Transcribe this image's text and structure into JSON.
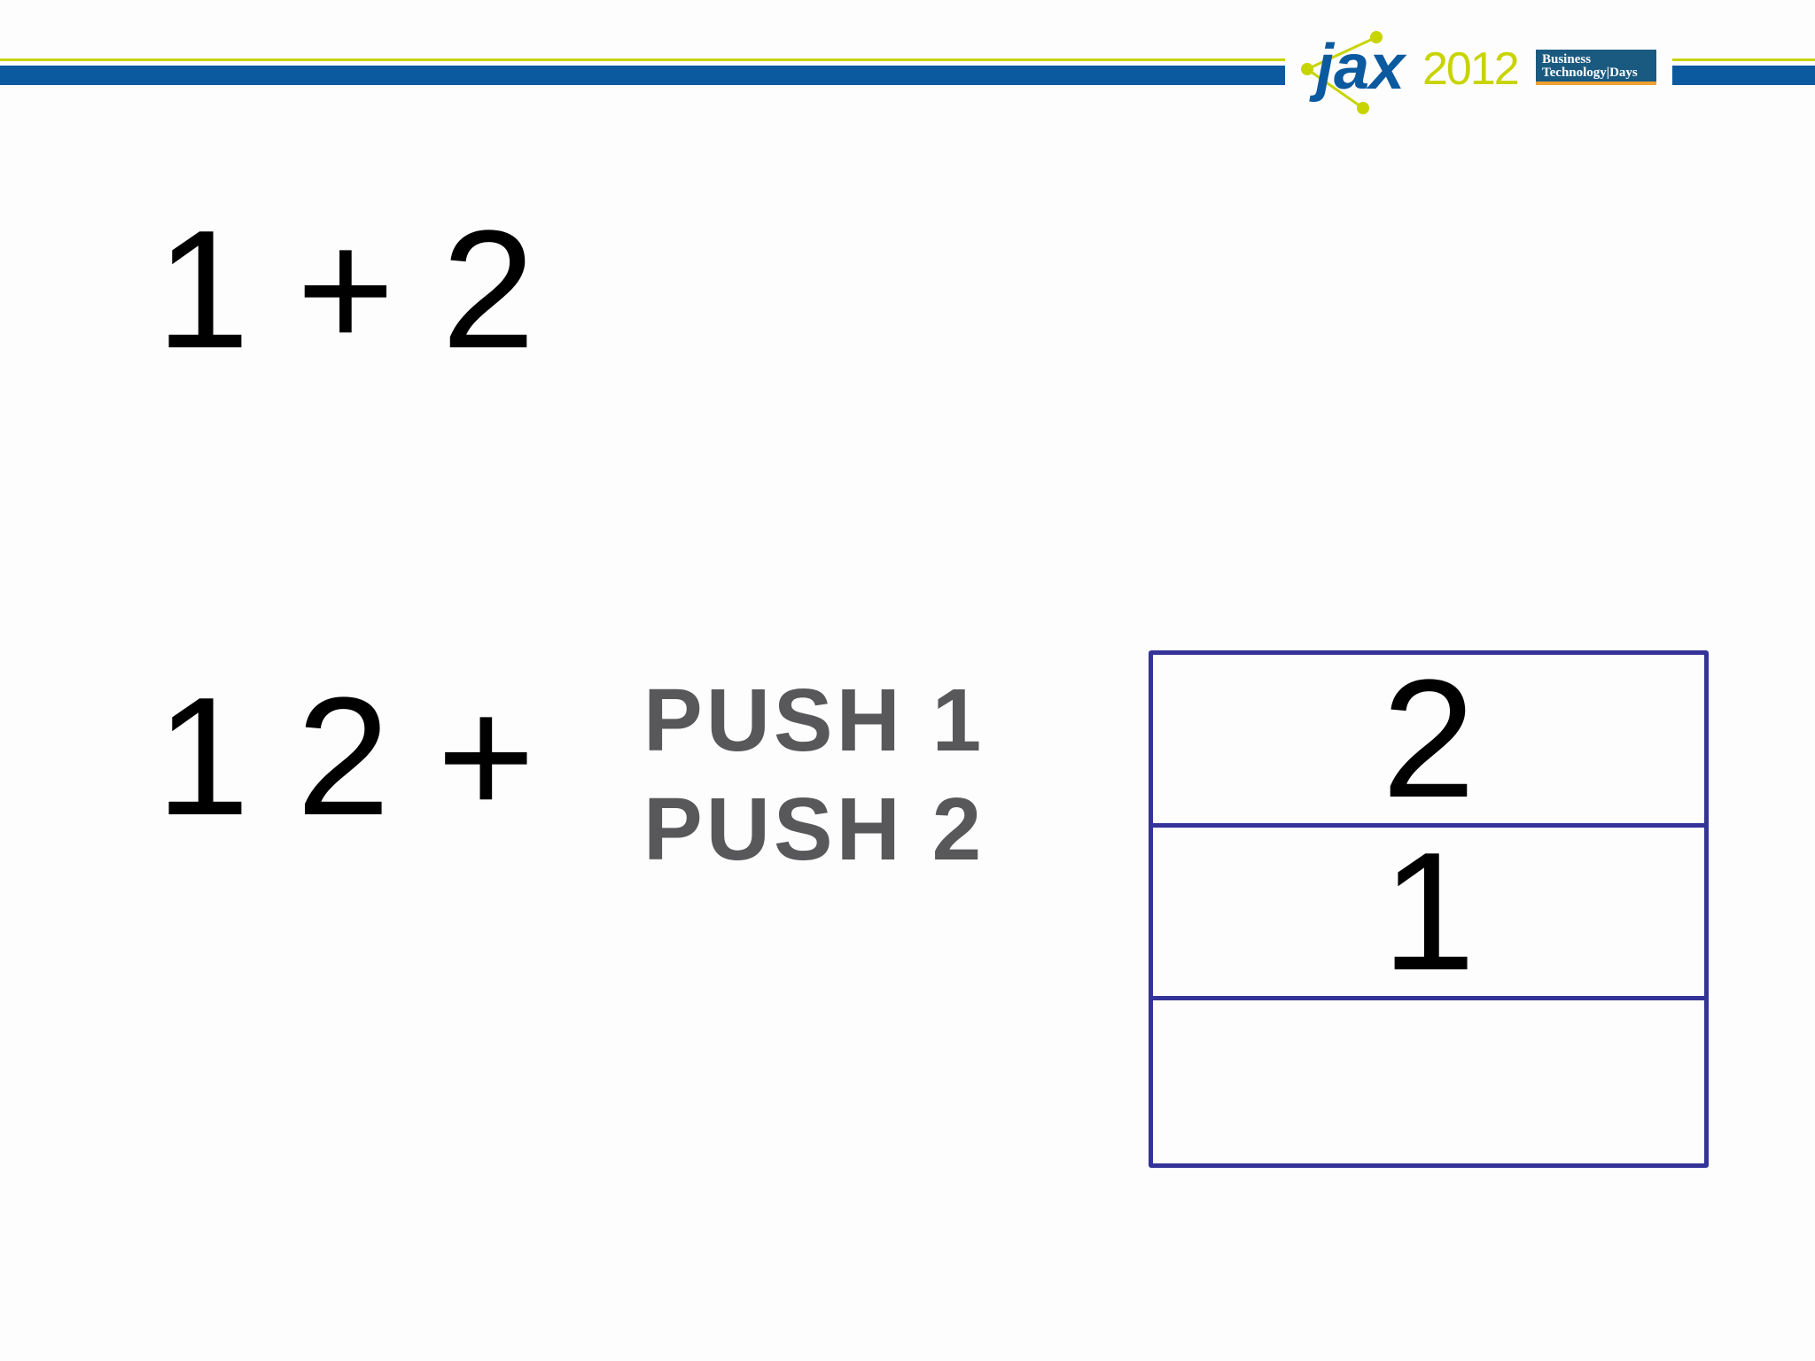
{
  "header": {
    "logo_text": "jax",
    "logo_year": "2012",
    "badge_line1": "Business",
    "badge_line2": "Technology|Days",
    "colors": {
      "blue": "#0b5aa0",
      "lime": "#c8d400",
      "badge": "#1b5a80",
      "badge_accent": "#f0a030"
    }
  },
  "slide": {
    "infix_expression": "1 + 2",
    "postfix_expression": "1 2 +",
    "instructions": [
      "PUSH 1",
      "PUSH 2"
    ],
    "stack": [
      "2",
      "1",
      ""
    ],
    "stack_border_color": "#333399"
  }
}
